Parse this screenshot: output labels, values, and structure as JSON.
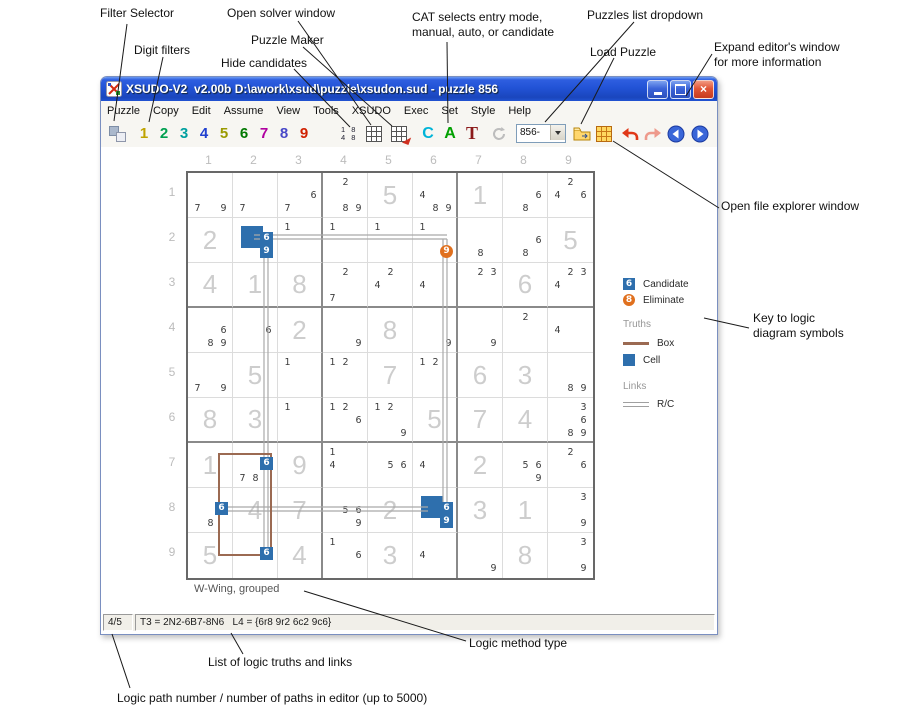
{
  "annotations": {
    "filter_selector": "Filter Selector",
    "open_solver": "Open solver window",
    "digit_filters": "Digit filters",
    "puzzle_maker": "Puzzle Maker",
    "hide_candidates": "Hide candidates",
    "cat_mode": "CAT selects entry mode,\nmanual, auto, or candidate",
    "puzzles_dropdown": "Puzzles list dropdown",
    "load_puzzle": "Load Puzzle",
    "expand_editor": "Expand editor's window\nfor more information",
    "file_explorer": "Open file explorer window",
    "legend_key": "Key to logic\ndiagram symbols",
    "logic_method": "Logic method type",
    "truths_list": "List of logic truths and links",
    "path_number": "Logic path number / number of paths in editor (up to 5000)"
  },
  "window": {
    "title": "XSUDO-V2  v2.00b D:\\awork\\xsud\\puzzle\\xsudon.sud - puzzle 856",
    "menus": [
      "Puzzle",
      "Copy",
      "Edit",
      "Assume",
      "View",
      "Tools",
      "XSUDO",
      "Exec",
      "Set",
      "Style",
      "Help"
    ],
    "toolbar": {
      "digits": [
        "1",
        "2",
        "3",
        "4",
        "5",
        "6",
        "7",
        "8",
        "9"
      ],
      "digit_colors": [
        "#bfa300",
        "#00a050",
        "#00a0a0",
        "#2040d0",
        "#9a9a00",
        "#007800",
        "#b000a0",
        "#4848c8",
        "#d02000"
      ],
      "mini_digits": [
        "1 8",
        "4 8"
      ],
      "cat": [
        "C",
        "A",
        "T"
      ],
      "cat_colors": [
        "#00b4d8",
        "#00a000",
        "#8b1a1a"
      ],
      "puzzle_list_value": "856-"
    },
    "statusbar": {
      "path_counter": "4/5",
      "detail": "T3 = 2N2-6B7-8N6   L4 = {6r8 9r2 6c2 9c6}"
    }
  },
  "board": {
    "method": "W-Wing, grouped",
    "col_labels": [
      "1",
      "2",
      "3",
      "4",
      "5",
      "6",
      "7",
      "8",
      "9"
    ],
    "row_labels": [
      "1",
      "2",
      "3",
      "4",
      "5",
      "6",
      "7",
      "8",
      "9"
    ],
    "cells": [
      [
        {
          "cands": [
            7,
            9
          ]
        },
        {
          "cands": [
            7
          ]
        },
        {
          "cands": [
            6,
            7
          ]
        },
        {
          "cands": [
            2,
            8,
            9
          ]
        },
        {
          "big": "5"
        },
        {
          "cands": [
            4,
            8,
            9
          ]
        },
        {
          "big": "1"
        },
        {
          "cands": [
            6,
            8
          ]
        },
        {
          "cands": [
            2,
            4,
            6
          ]
        }
      ],
      [
        {
          "big": "2"
        },
        {
          "cands": [
            6,
            9
          ]
        },
        {
          "cands": [
            1
          ]
        },
        {
          "cands": [
            1
          ]
        },
        {
          "cands": [
            1
          ]
        },
        {
          "cands": [
            1,
            9
          ]
        },
        {
          "cands": [
            8
          ]
        },
        {
          "cands": [
            6,
            8
          ]
        },
        {
          "big": "5"
        }
      ],
      [
        {
          "big": "4"
        },
        {
          "big": "1"
        },
        {
          "big": "8"
        },
        {
          "cands": [
            2,
            7
          ]
        },
        {
          "cands": [
            2,
            4
          ]
        },
        {
          "cands": [
            4
          ]
        },
        {
          "cands": [
            2,
            3
          ]
        },
        {
          "big": "6"
        },
        {
          "cands": [
            2,
            3,
            4
          ]
        }
      ],
      [
        {
          "cands": [
            6,
            8,
            9
          ]
        },
        {
          "cands": [
            6
          ]
        },
        {
          "big": "2"
        },
        {
          "cands": [
            9
          ]
        },
        {
          "big": "8"
        },
        {
          "cands": [
            9
          ]
        },
        {
          "cands": [
            9
          ]
        },
        {
          "cands": [
            2
          ]
        },
        {
          "cands": [
            4
          ]
        }
      ],
      [
        {
          "cands": [
            7,
            9
          ]
        },
        {
          "big": "5"
        },
        {
          "cands": [
            1
          ]
        },
        {
          "cands": [
            1,
            2
          ]
        },
        {
          "big": "7"
        },
        {
          "cands": [
            1,
            2
          ]
        },
        {
          "big": "6"
        },
        {
          "big": "3"
        },
        {
          "cands": [
            8,
            9
          ]
        }
      ],
      [
        {
          "big": "8"
        },
        {
          "big": "3"
        },
        {
          "cands": [
            1
          ]
        },
        {
          "cands": [
            1,
            2,
            6
          ]
        },
        {
          "cands": [
            1,
            2,
            9
          ]
        },
        {
          "big": "5"
        },
        {
          "big": "7"
        },
        {
          "big": "4"
        },
        {
          "cands": [
            3,
            6,
            8,
            9
          ]
        }
      ],
      [
        {
          "big": "1"
        },
        {
          "cands": [
            6,
            7,
            8
          ]
        },
        {
          "big": "9"
        },
        {
          "cands": [
            1,
            4
          ]
        },
        {
          "cands": [
            5,
            6
          ]
        },
        {
          "cands": [
            4
          ]
        },
        {
          "big": "2"
        },
        {
          "cands": [
            5,
            6,
            9
          ]
        },
        {
          "cands": [
            2,
            6
          ]
        }
      ],
      [
        {
          "cands": [
            6,
            8
          ]
        },
        {
          "big": "4"
        },
        {
          "big": "7"
        },
        {
          "cands": [
            5,
            6,
            9
          ]
        },
        {
          "big": "2"
        },
        {
          "cands": [
            6,
            9
          ]
        },
        {
          "big": "3"
        },
        {
          "big": "1"
        },
        {
          "cands": [
            3,
            9
          ]
        }
      ],
      [
        {
          "big": "5"
        },
        {
          "cands": [
            6
          ]
        },
        {
          "big": "4"
        },
        {
          "cands": [
            1,
            6
          ]
        },
        {
          "big": "3"
        },
        {
          "cands": [
            4
          ]
        },
        {
          "cands": [
            9
          ]
        },
        {
          "big": "8"
        },
        {
          "cands": [
            3,
            9
          ]
        }
      ]
    ]
  },
  "logic": {
    "cell_truths": [
      {
        "r": 2,
        "c": 2
      },
      {
        "r": 8,
        "c": 6
      }
    ],
    "candidate_marks": [
      {
        "r": 2,
        "c": 2,
        "d": 6
      },
      {
        "r": 2,
        "c": 2,
        "d": 9
      },
      {
        "r": 7,
        "c": 2,
        "d": 6
      },
      {
        "r": 9,
        "c": 2,
        "d": 6
      },
      {
        "r": 8,
        "c": 1,
        "d": 6
      },
      {
        "r": 8,
        "c": 6,
        "d": 6
      },
      {
        "r": 8,
        "c": 6,
        "d": 9
      }
    ],
    "eliminations": [
      {
        "r": 2,
        "c": 6,
        "d": 9
      }
    ]
  },
  "legend": {
    "candidate": {
      "digit": "6",
      "label": "Candidate"
    },
    "eliminate": {
      "digit": "8",
      "label": "Eliminate"
    },
    "truths_label": "Truths",
    "box_label": "Box",
    "cell_label": "Cell",
    "links_label": "Links",
    "rc_label": "R/C"
  },
  "colors": {
    "cell_truth": "#2e6fad",
    "candidate_mark": "#2e6fad",
    "eliminate_mark": "#e0701e",
    "box_truth": "#9b6a52",
    "link_line": "#a9a9a9"
  }
}
